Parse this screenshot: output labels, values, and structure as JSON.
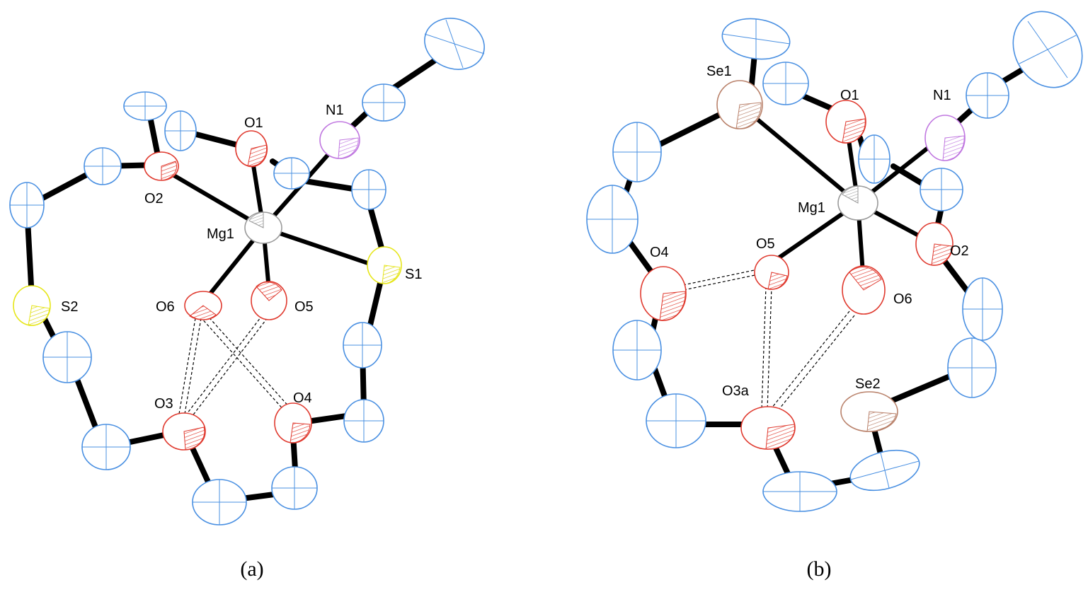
{
  "figure": {
    "panels": [
      {
        "caption": "(a)",
        "atom_labels": [
          "O1",
          "N1",
          "O2",
          "Mg1",
          "S1",
          "S2",
          "O6",
          "O5",
          "O3",
          "O4"
        ]
      },
      {
        "caption": "(b)",
        "atom_labels": [
          "Se1",
          "O1",
          "N1",
          "Mg1",
          "O4",
          "O5",
          "O2",
          "O6",
          "O3a",
          "Se2"
        ]
      }
    ],
    "colors": {
      "carbon": "#4a90e2",
      "oxygen": "#e03a2f",
      "nitrogen": "#c077e0",
      "sulfur": "#e6e619",
      "selenium": "#b9816a",
      "magnesium": "#9a9a9a",
      "bond": "#000000"
    }
  }
}
